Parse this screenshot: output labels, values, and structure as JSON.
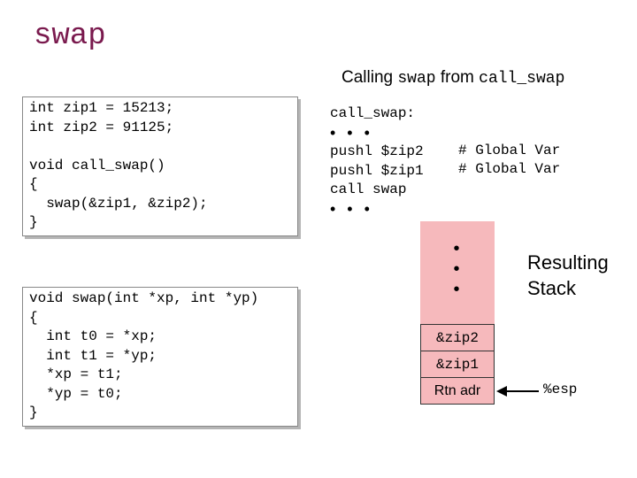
{
  "slide_title": "swap",
  "calling_label": {
    "part1": "Calling ",
    "part2": "swap",
    "part3": " from ",
    "part4": "call_swap"
  },
  "code_box_1": "int zip1 = 15213;\nint zip2 = 91125;\n\nvoid call_swap()\n{\n  swap(&zip1, &zip2);\n}",
  "code_box_2": "void swap(int *xp, int *yp)\n{\n  int t0 = *xp;\n  int t1 = *yp;\n  *xp = t1;\n  *yp = t0;\n}",
  "assembly": {
    "label": "call_swap:",
    "dots": "• • •",
    "lines": [
      "pushl $zip2",
      "pushl $zip1",
      "call swap"
    ],
    "comments": [
      "# Global Var",
      "# Global Var"
    ],
    "dots_end": "• • •"
  },
  "stack": {
    "vertical_dots": "•\n•\n•",
    "cells": [
      "&zip2",
      "&zip1",
      "Rtn adr"
    ],
    "resulting_label": "Resulting\nStack",
    "esp_label": "%esp",
    "fill_color": "#f6b9bc"
  },
  "colors": {
    "title": "#7a1a4e"
  }
}
